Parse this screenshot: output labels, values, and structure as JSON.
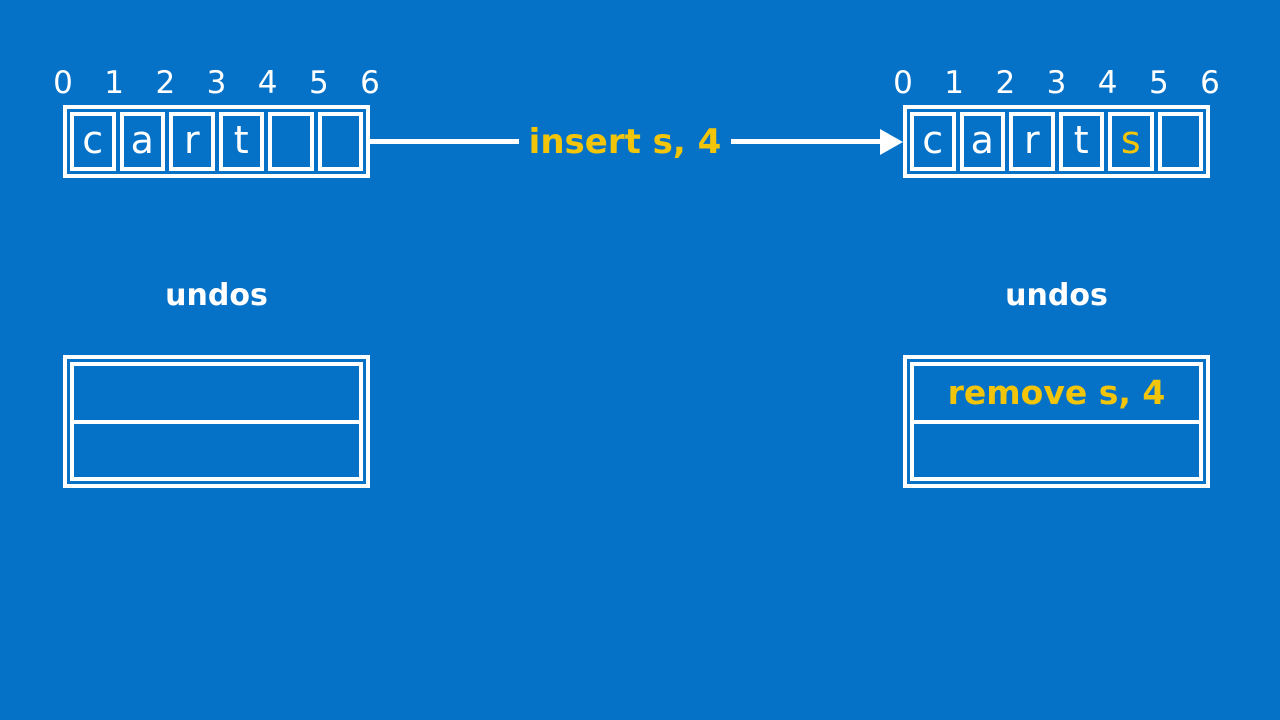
{
  "theme": {
    "background_color": "#0572C8",
    "accent_color": "#F2C50A",
    "text_color": "#FFFFFF"
  },
  "before": {
    "indices": [
      "0",
      "1",
      "2",
      "3",
      "4",
      "5",
      "6"
    ],
    "cells": [
      "c",
      "a",
      "r",
      "t",
      "",
      ""
    ],
    "undos_label": "undos",
    "undo_stack": [
      "",
      ""
    ]
  },
  "operation": {
    "label": "insert s, 4",
    "arrow_icon": "right-arrow"
  },
  "after": {
    "indices": [
      "0",
      "1",
      "2",
      "3",
      "4",
      "5",
      "6"
    ],
    "highlighted_index": "4",
    "cells": [
      "c",
      "a",
      "r",
      "t",
      "s",
      ""
    ],
    "highlighted_cell_value": "s",
    "undos_label": "undos",
    "undo_stack": [
      "remove s, 4",
      ""
    ]
  }
}
